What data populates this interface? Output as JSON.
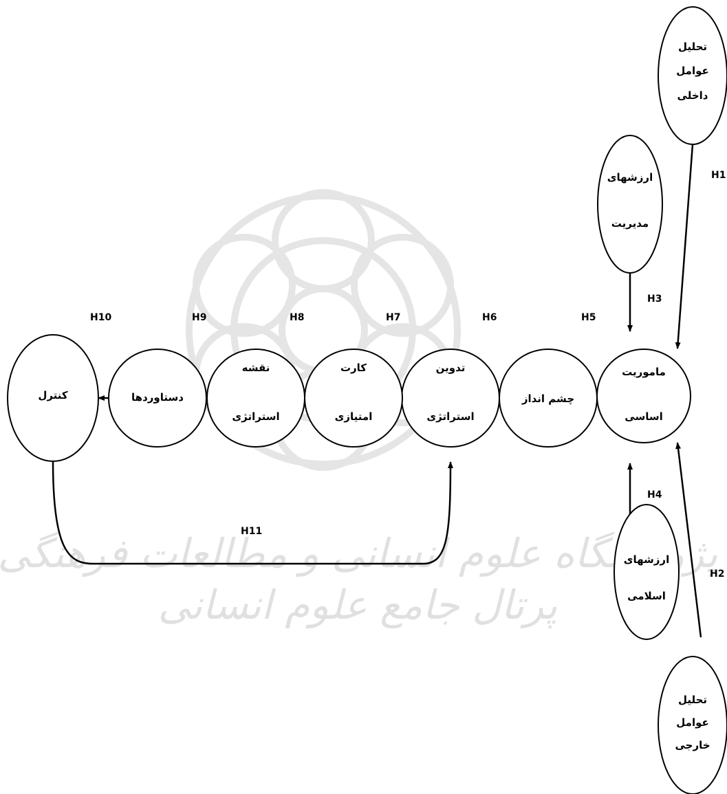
{
  "nodes": {
    "internal_analysis": [
      "تحلیل",
      "عوامل",
      "داخلی"
    ],
    "management_values": [
      "ارزشهای",
      "مدیریت"
    ],
    "core_mission": [
      "ماموریت",
      "اساسی"
    ],
    "islamic_values": [
      "ارزشهای",
      "اسلامی"
    ],
    "external_analysis": [
      "تحلیل",
      "عوامل",
      "خارجی"
    ],
    "vision": [
      "چشم انداز"
    ],
    "strategy_formulation": [
      "تدوین",
      "استراتژی"
    ],
    "scorecard": [
      "کارت",
      "امتیازی"
    ],
    "strategy_map": [
      "نقشه",
      "استراتژی"
    ],
    "achievements": [
      "دستاوردها"
    ],
    "control": [
      "کنترل"
    ]
  },
  "hypotheses": {
    "h1": "H1",
    "h2": "H2",
    "h3": "H3",
    "h4": "H4",
    "h5": "H5",
    "h6": "H6",
    "h7": "H7",
    "h8": "H8",
    "h9": "H9",
    "h10": "H10",
    "h11": "H11"
  },
  "watermark": {
    "line1": "پژوهشگاه علوم انسانی و مطالعات فرهنگی",
    "line2": "پرتال جامع علوم انسانی"
  }
}
